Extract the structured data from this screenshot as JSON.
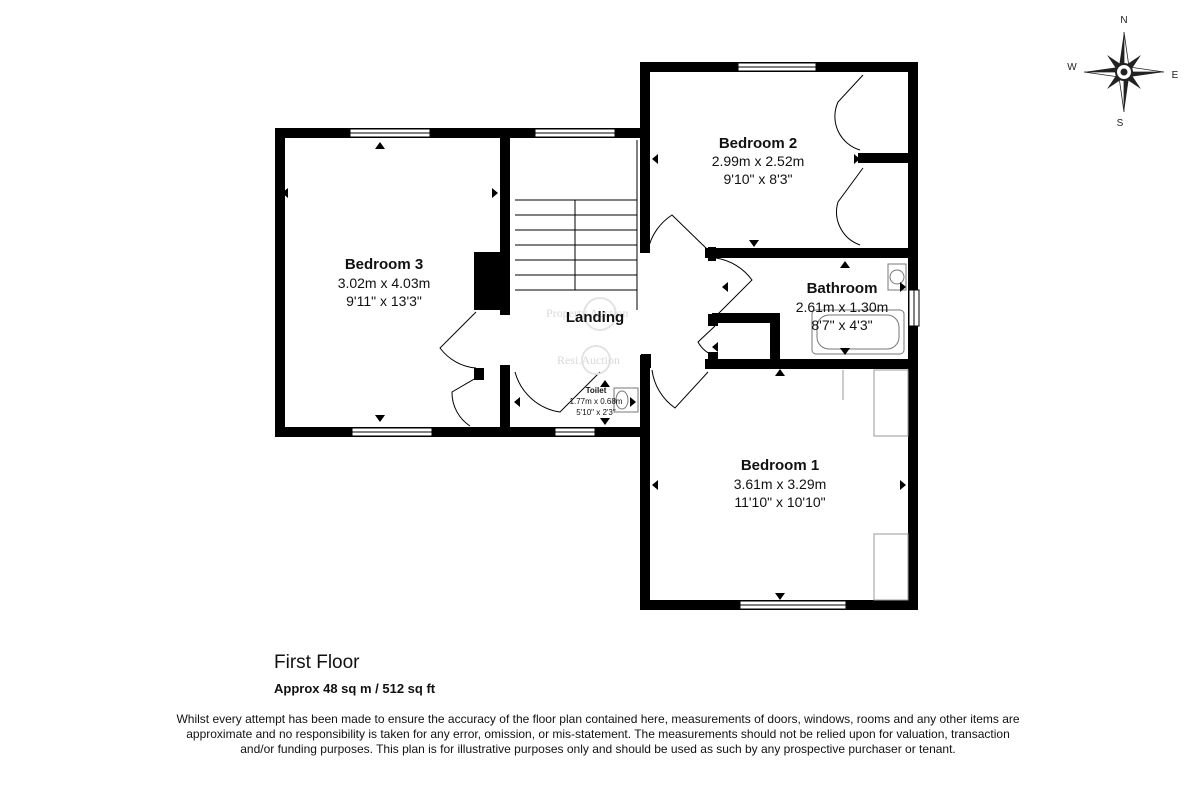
{
  "rooms": {
    "bedroom2": {
      "name": "Bedroom 2",
      "dim_m": "2.99m x 2.52m",
      "dim_ft": "9'10\" x 8'3\""
    },
    "bedroom3": {
      "name": "Bedroom 3",
      "dim_m": "3.02m x 4.03m",
      "dim_ft": "9'11\" x 13'3\""
    },
    "landing": {
      "name": "Landing"
    },
    "bathroom": {
      "name": "Bathroom",
      "dim_m": "2.61m x 1.30m",
      "dim_ft": "8'7\" x 4'3\""
    },
    "toilet": {
      "name": "Toilet",
      "dim_m": "1.77m x 0.68m",
      "dim_ft": "5'10\" x 2'3\""
    },
    "bedroom1": {
      "name": "Bedroom 1",
      "dim_m": "3.61m x 3.29m",
      "dim_ft": "11'10\" x 10'10\""
    }
  },
  "compass": {
    "n": "N",
    "s": "S",
    "e": "E",
    "w": "W"
  },
  "watermarks": {
    "line1": "Property Auction",
    "line2": "Resi.Auction"
  },
  "floor": {
    "title": "First Floor",
    "area": "Approx 48 sq m / 512 sq ft"
  },
  "disclaimer": "Whilst every attempt has been made to ensure the accuracy of the floor plan contained here, measurements of doors, windows, rooms and any other items are approximate and no responsibility is taken for any error, omission, or mis-statement. The measurements should not be relied upon for valuation, transaction and/or funding purposes. This plan is for illustrative purposes only and should be used as such by any prospective purchaser or tenant.",
  "colors": {
    "wall": "#000000",
    "background": "#ffffff",
    "fixture": "#777777"
  }
}
